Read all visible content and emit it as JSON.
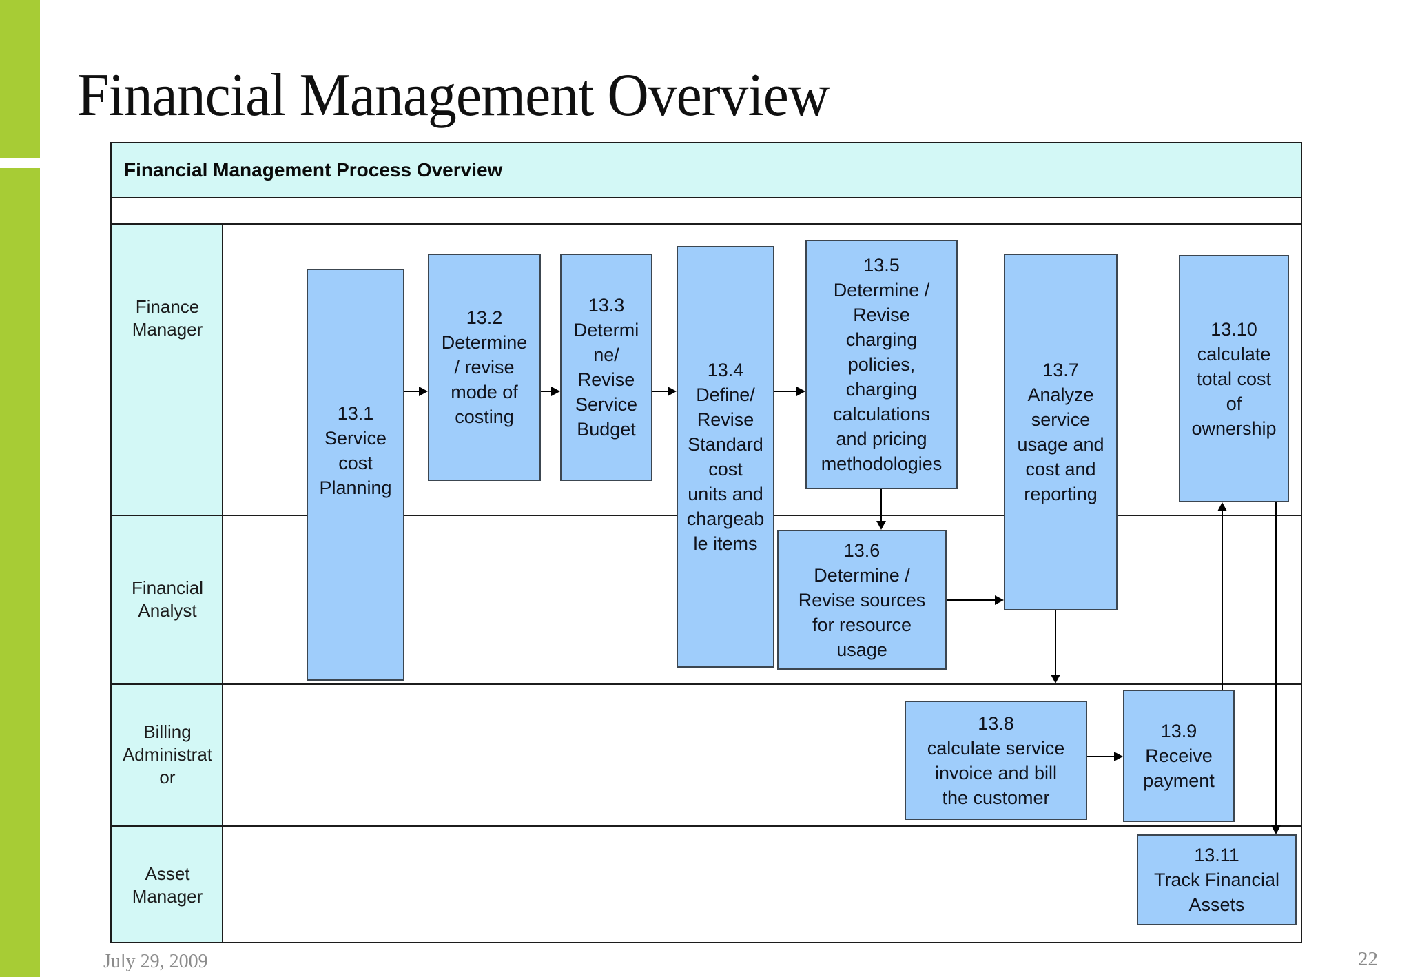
{
  "slide": {
    "title": "Financial Management Overview",
    "footer": {
      "date": "July 29, 2009",
      "page_number": "22"
    }
  },
  "diagram": {
    "title": "Financial Management Process Overview",
    "lanes": [
      {
        "label": "Finance\nManager"
      },
      {
        "label": "Financial\nAnalyst"
      },
      {
        "label": "Billing\nAdministrat\nor"
      },
      {
        "label": "Asset\nManager"
      }
    ],
    "boxes": [
      {
        "id": "13.1",
        "label": "13.1\nService\ncost\nPlanning"
      },
      {
        "id": "13.2",
        "label": "13.2\nDetermine\n/ revise\nmode of\ncosting"
      },
      {
        "id": "13.3",
        "label": "13.3\nDetermi\nne/\nRevise\nService\nBudget"
      },
      {
        "id": "13.4",
        "label": "13.4\nDefine/\nRevise\nStandard\ncost\nunits and\nchargeab\nle items"
      },
      {
        "id": "13.5",
        "label": "13.5\nDetermine /\nRevise\ncharging\npolicies,\ncharging\ncalculations\nand pricing\nmethodologies"
      },
      {
        "id": "13.6",
        "label": "13.6\nDetermine /\nRevise sources\nfor resource\nusage"
      },
      {
        "id": "13.7",
        "label": "13.7\nAnalyze\nservice\nusage and\ncost and\nreporting"
      },
      {
        "id": "13.8",
        "label": "13.8\ncalculate service\ninvoice and bill\nthe customer"
      },
      {
        "id": "13.9",
        "label": "13.9\nReceive\npayment"
      },
      {
        "id": "13.10",
        "label": "13.10\ncalculate\ntotal cost\nof\nownership"
      },
      {
        "id": "13.11",
        "label": "13.11\nTrack Financial\nAssets"
      }
    ],
    "connections": [
      {
        "from": "13.1",
        "to": "13.2"
      },
      {
        "from": "13.2",
        "to": "13.3"
      },
      {
        "from": "13.3",
        "to": "13.4"
      },
      {
        "from": "13.4",
        "to": "13.5"
      },
      {
        "from": "13.5",
        "to": "13.6"
      },
      {
        "from": "13.6",
        "to": "13.7"
      },
      {
        "from": "13.7",
        "to": "13.8"
      },
      {
        "from": "13.8",
        "to": "13.9"
      },
      {
        "from": "13.9",
        "to": "13.10"
      },
      {
        "from": "13.10",
        "to": "13.11"
      }
    ]
  },
  "colors": {
    "accent_green": "#a7cc35",
    "lane_cyan": "#d3f8f6",
    "box_blue": "#9fcdfb",
    "box_border": "#3c4650",
    "line_black": "#1c1c1c",
    "footer_gray": "#8c8c8c"
  }
}
